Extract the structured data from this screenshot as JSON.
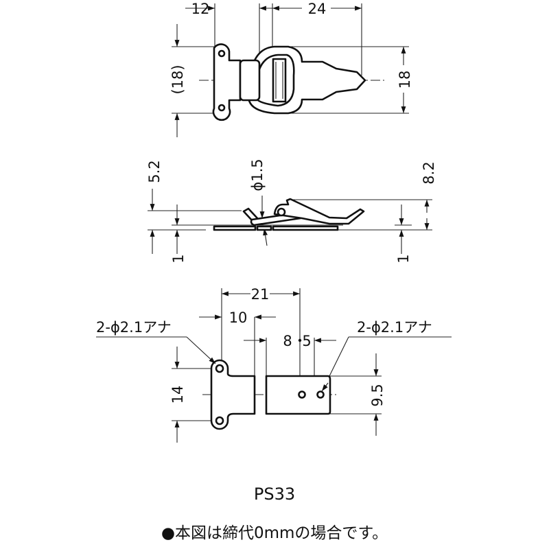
{
  "top_view": {
    "dim_width_left": "12",
    "dim_width_right": "24",
    "dim_height_ref": "(18)",
    "dim_height": "18"
  },
  "side_view": {
    "dim_left_height": "5.2",
    "dim_left_thickness": "1",
    "dim_pin": "ϕ1.5",
    "dim_right_height": "8.2",
    "dim_right_thickness": "1"
  },
  "hole_view": {
    "dim_total": "21",
    "dim_left": "10",
    "dim_a": "8",
    "dim_b": "5",
    "dim_left_pitch": "14",
    "dim_right_height": "9.5",
    "hole_label_left": "2-ϕ2.1アナ",
    "hole_label_right": "2-ϕ2.1アナ"
  },
  "model": "PS33",
  "note": "●本図は締代0mmの場合です。"
}
